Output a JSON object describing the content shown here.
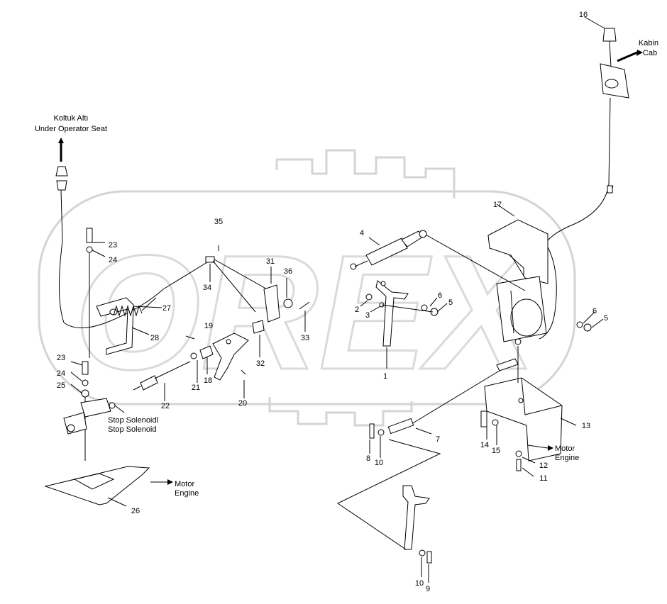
{
  "captions": {
    "seat_tr": "Koltuk Altı",
    "seat_en": "Under Operator Seat",
    "cab_tr": "Kabin",
    "cab_en": "Cab",
    "stop_tr": "Stop Solenoidl",
    "stop_en": "Stop Solenoid",
    "motor_left_tr": "Motor",
    "motor_left_en": "Engine",
    "motor_right_tr": "Motor",
    "motor_right_en": "Engine"
  },
  "watermark": "OREX",
  "callouts": {
    "c1": "1",
    "c2": "2",
    "c3": "3",
    "c4": "4",
    "c5a": "5",
    "c5b": "5",
    "c6a": "6",
    "c6b": "6",
    "c7": "7",
    "c8": "8",
    "c9": "9",
    "c10a": "10",
    "c10b": "10",
    "c11": "11",
    "c12": "12",
    "c13": "13",
    "c14": "14",
    "c15": "15",
    "c16": "16",
    "c17": "17",
    "c18": "18",
    "c19": "19",
    "c20": "20",
    "c21": "21",
    "c22": "22",
    "c23a": "23",
    "c23b": "23",
    "c24a": "24",
    "c24b": "24",
    "c25": "25",
    "c26": "26",
    "c27": "27",
    "c28": "28",
    "c31": "31",
    "c32": "32",
    "c33": "33",
    "c34": "34",
    "c35": "35",
    "c36": "36"
  }
}
